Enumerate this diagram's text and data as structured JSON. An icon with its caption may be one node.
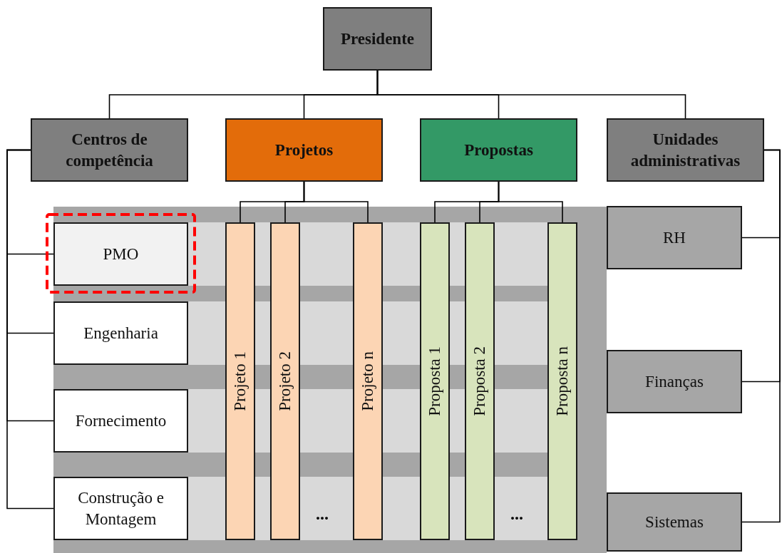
{
  "diagram": {
    "nodes": [
      {
        "text": [
          "Presidente"
        ]
      },
      {
        "text": [
          "Centros de competência"
        ]
      },
      {
        "text": [
          "Projetos"
        ]
      },
      {
        "text": [
          "Propostas"
        ]
      },
      {
        "text": [
          "Unidades administrativas"
        ]
      },
      {
        "text": [
          "PMO"
        ]
      },
      {
        "text": [
          "Engenharia"
        ]
      },
      {
        "text": [
          "Fornecimento"
        ]
      },
      {
        "text": [
          "Construção e Montagem"
        ]
      },
      {
        "text": [
          "Projeto 1"
        ]
      },
      {
        "text": [
          "Projeto 2"
        ]
      },
      {
        "text": [
          "Projeto n"
        ]
      },
      {
        "text": [
          "Proposta 1"
        ]
      },
      {
        "text": [
          "Proposta 2"
        ]
      },
      {
        "text": [
          "Proposta n"
        ]
      },
      {
        "text": [
          "RH"
        ]
      },
      {
        "text": [
          "Finanças"
        ]
      },
      {
        "text": [
          "Sistemas"
        ]
      }
    ],
    "edges": [
      {
        "from": 0,
        "to": 1,
        "arrow": "none"
      },
      {
        "from": 0,
        "to": 2,
        "arrow": "none"
      },
      {
        "from": 0,
        "to": 3,
        "arrow": "none"
      },
      {
        "from": 0,
        "to": 4,
        "arrow": "none"
      },
      {
        "from": 1,
        "to": 5,
        "arrow": "none"
      },
      {
        "from": 1,
        "to": 6,
        "arrow": "none"
      },
      {
        "from": 1,
        "to": 7,
        "arrow": "none"
      },
      {
        "from": 1,
        "to": 8,
        "arrow": "none"
      },
      {
        "from": 2,
        "to": 9,
        "arrow": "none"
      },
      {
        "from": 2,
        "to": 10,
        "arrow": "none"
      },
      {
        "from": 2,
        "to": 11,
        "arrow": "none"
      },
      {
        "from": 3,
        "to": 12,
        "arrow": "none"
      },
      {
        "from": 3,
        "to": 13,
        "arrow": "none"
      },
      {
        "from": 3,
        "to": 14,
        "arrow": "none"
      },
      {
        "from": 4,
        "to": 15,
        "arrow": "none"
      },
      {
        "from": 4,
        "to": 16,
        "arrow": "none"
      },
      {
        "from": 4,
        "to": 17,
        "arrow": "none"
      }
    ],
    "labels": [
      "...",
      "..."
    ]
  }
}
